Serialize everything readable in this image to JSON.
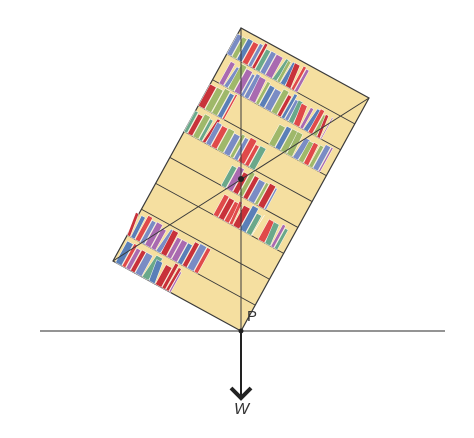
{
  "labels": {
    "pivot": "P",
    "weight": "W"
  },
  "colors": {
    "shelf_fill": "#f5dfa0",
    "outline": "#3a3a3a",
    "ground_line": "#555555",
    "books": [
      "#c8323a",
      "#7a8cc4",
      "#6aa88a",
      "#a96ab0",
      "#e04a4a",
      "#5a7fb8",
      "#9fb86a"
    ]
  },
  "shelves": {
    "count": 9
  }
}
